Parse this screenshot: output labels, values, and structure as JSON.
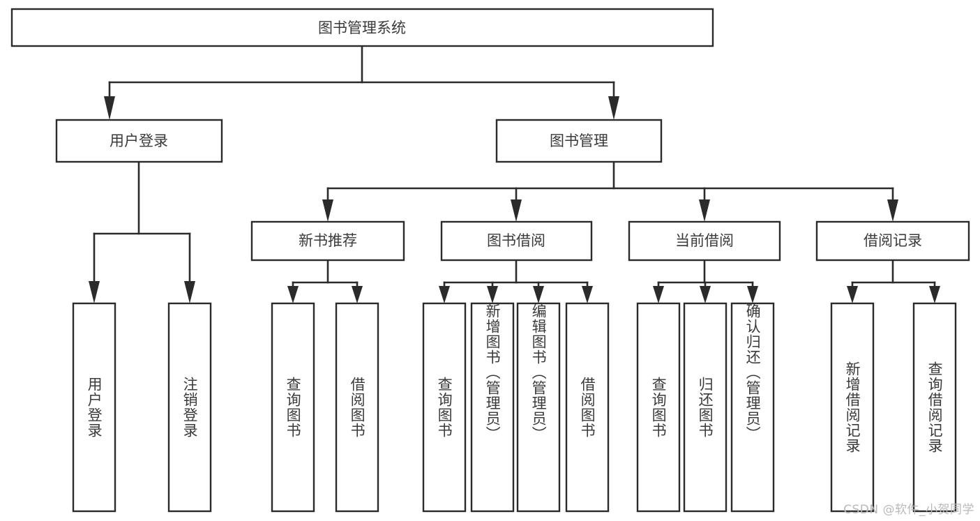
{
  "chart_data": {
    "type": "diagram",
    "title": "图书管理系统",
    "subtype": "hierarchy-tree",
    "orientation": "top-down",
    "levels": 4,
    "notes": "功能结构图 / function structure chart"
  },
  "diagram": {
    "root": {
      "label": "图书管理系统"
    },
    "level2": [
      {
        "id": "user-login",
        "label": "用户登录"
      },
      {
        "id": "book-manage",
        "label": "图书管理"
      }
    ],
    "level3": [
      {
        "id": "new-book-recommend",
        "label": "新书推荐"
      },
      {
        "id": "book-borrow",
        "label": "图书借阅"
      },
      {
        "id": "current-borrow",
        "label": "当前借阅"
      },
      {
        "id": "borrow-record",
        "label": "借阅记录"
      }
    ],
    "leaves": {
      "user_login": [
        {
          "id": "leaf-user-login",
          "label": "用户登录"
        },
        {
          "id": "leaf-logout-login",
          "label": "注销登录"
        }
      ],
      "new_book_recommend": [
        {
          "id": "leaf-query-book-1",
          "label": "查询图书"
        },
        {
          "id": "leaf-borrow-book-1",
          "label": "借阅图书"
        }
      ],
      "book_borrow": [
        {
          "id": "leaf-query-book-2",
          "label": "查询图书"
        },
        {
          "id": "leaf-add-book",
          "label": "新增图书（管理员）"
        },
        {
          "id": "leaf-edit-book",
          "label": "编辑图书（管理员）"
        },
        {
          "id": "leaf-borrow-book-2",
          "label": "借阅图书"
        }
      ],
      "current_borrow": [
        {
          "id": "leaf-query-book-3",
          "label": "查询图书"
        },
        {
          "id": "leaf-return-book",
          "label": "归还图书"
        },
        {
          "id": "leaf-confirm-return",
          "label": "确认归还（管理员）"
        }
      ],
      "borrow_record": [
        {
          "id": "leaf-add-record",
          "label": "新增借阅记录"
        },
        {
          "id": "leaf-query-record",
          "label": "查询借阅记录"
        }
      ]
    }
  },
  "watermark": {
    "text": "CSDN @软件_小贺同学"
  },
  "colors": {
    "background": "#ffffff",
    "box_fill": "#ffffff",
    "box_stroke": "#2b2b2b",
    "connector": "#2b2b2b",
    "text": "#3a3a3a",
    "watermark": "#b9b9b9"
  }
}
